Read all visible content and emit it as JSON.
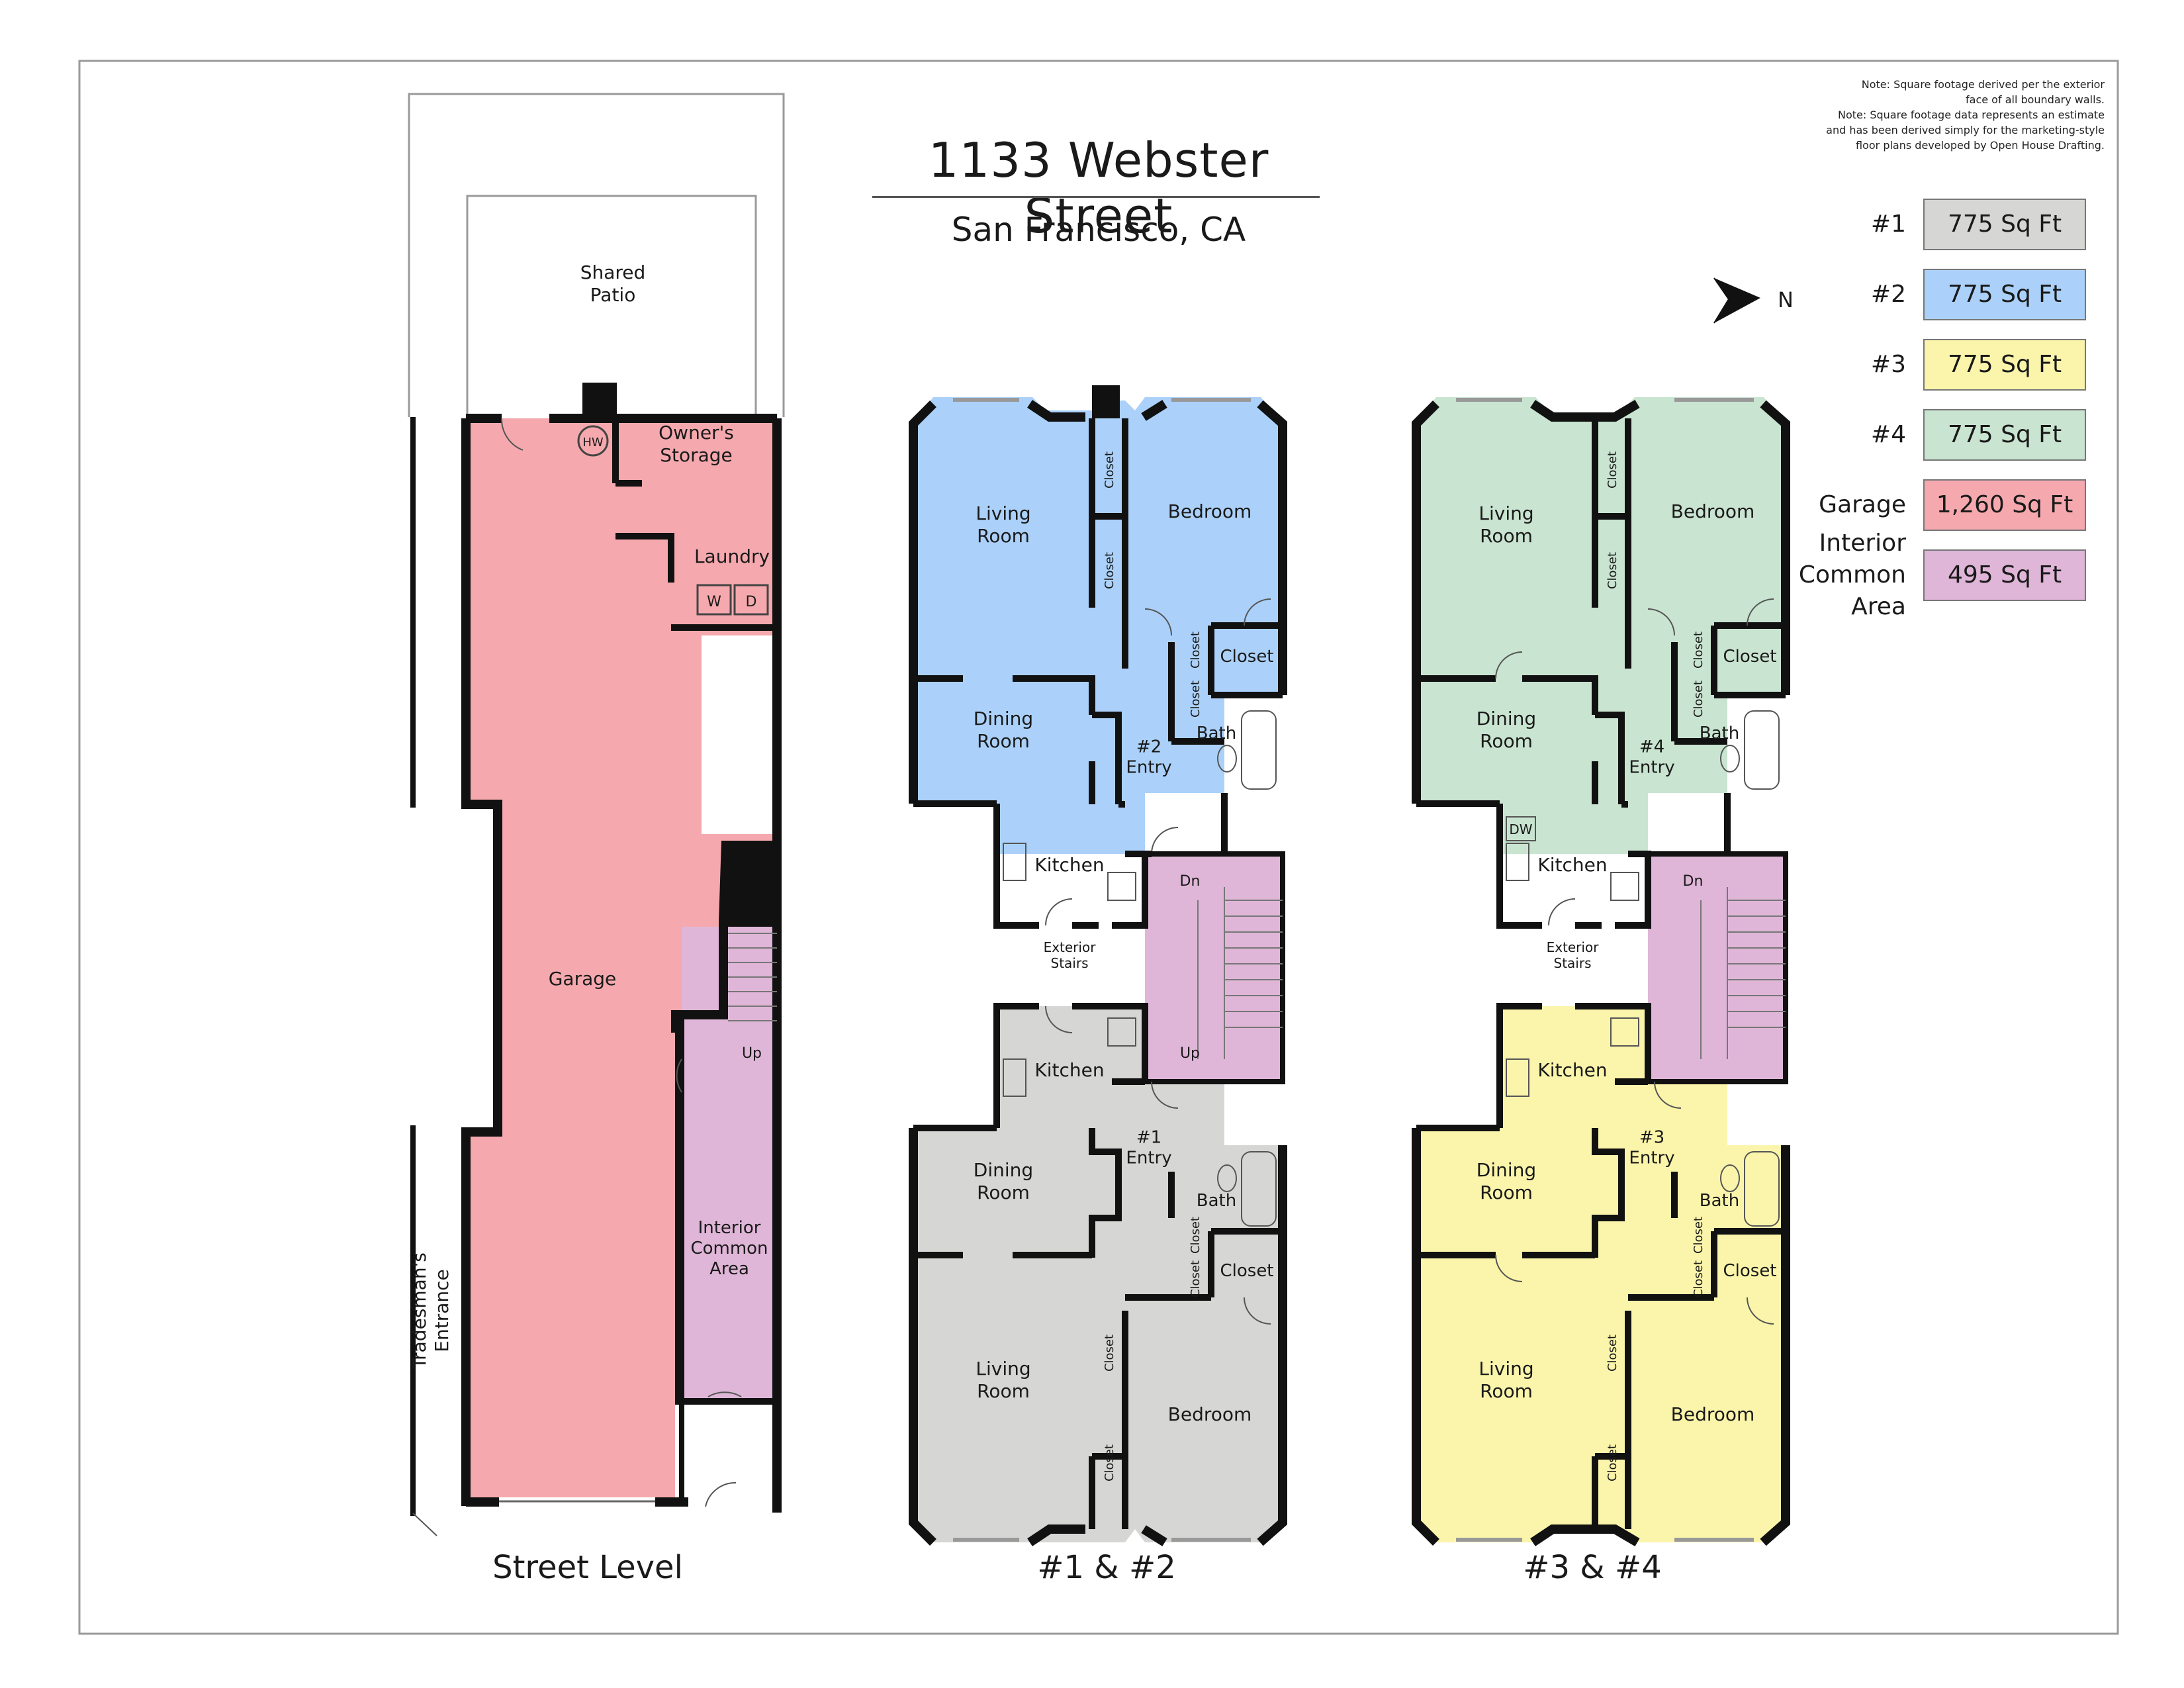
{
  "header": {
    "title": "1133 Webster Street",
    "subtitle": "San Francisco, CA"
  },
  "notes": {
    "line1": "Note: Square footage derived per the exterior",
    "line2": "face of all boundary walls.",
    "line3": "Note: Square footage data represents an estimate",
    "line4": "and has been derived simply for the marketing-style",
    "line5": "floor plans developed by Open House Drafting."
  },
  "compass": {
    "label": "N"
  },
  "legend": [
    {
      "label": "#1",
      "value": "775 Sq Ft",
      "color": "#d6d7d4"
    },
    {
      "label": "#2",
      "value": "775 Sq Ft",
      "color": "#abd1fa"
    },
    {
      "label": "#3",
      "value": "775 Sq Ft",
      "color": "#fbf5ab"
    },
    {
      "label": "#4",
      "value": "775 Sq Ft",
      "color": "#c9e4d0"
    },
    {
      "label": "Garage",
      "value": "1,260 Sq Ft",
      "color": "#f5a9ae"
    },
    {
      "label": "Interior\nCommon\nArea",
      "value": "495 Sq Ft",
      "color": "#dfb6d7"
    }
  ],
  "floors": {
    "street_level": {
      "caption": "Street Level",
      "patio": "Shared\nPatio",
      "owners_storage": "Owner's\nStorage",
      "laundry": "Laundry",
      "washer": "W",
      "dryer": "D",
      "water_heater": "HW",
      "garage": "Garage",
      "up": "Up",
      "common_area": "Interior\nCommon\nArea",
      "tradesman": "Tradesman's\nEntrance"
    },
    "units_1_2": {
      "caption": "#1 & #2",
      "u2_living": "Living\nRoom",
      "u2_bedroom": "Bedroom",
      "u2_dining": "Dining\nRoom",
      "u2_entry": "#2\nEntry",
      "u2_kitchen": "Kitchen",
      "u2_bath": "Bath",
      "u2_closet": "Closet",
      "closet_small": "Closet",
      "dn": "Dn",
      "up": "Up",
      "exterior_stairs": "Exterior\nStairs",
      "u1_kitchen": "Kitchen",
      "u1_dining": "Dining\nRoom",
      "u1_entry": "#1\nEntry",
      "u1_bath": "Bath",
      "u1_closet": "Closet",
      "u1_living": "Living\nRoom",
      "u1_bedroom": "Bedroom"
    },
    "units_3_4": {
      "caption": "#3 & #4",
      "u4_living": "Living\nRoom",
      "u4_bedroom": "Bedroom",
      "u4_dining": "Dining\nRoom",
      "u4_entry": "#4\nEntry",
      "u4_kitchen": "Kitchen",
      "u4_dw": "DW",
      "u4_bath": "Bath",
      "u4_closet": "Closet",
      "closet_small": "Closet",
      "dn": "Dn",
      "exterior_stairs": "Exterior\nStairs",
      "u3_kitchen": "Kitchen",
      "u3_dining": "Dining\nRoom",
      "u3_entry": "#3\nEntry",
      "u3_bath": "Bath",
      "u3_closet": "Closet",
      "u3_living": "Living\nRoom",
      "u3_bedroom": "Bedroom"
    }
  }
}
